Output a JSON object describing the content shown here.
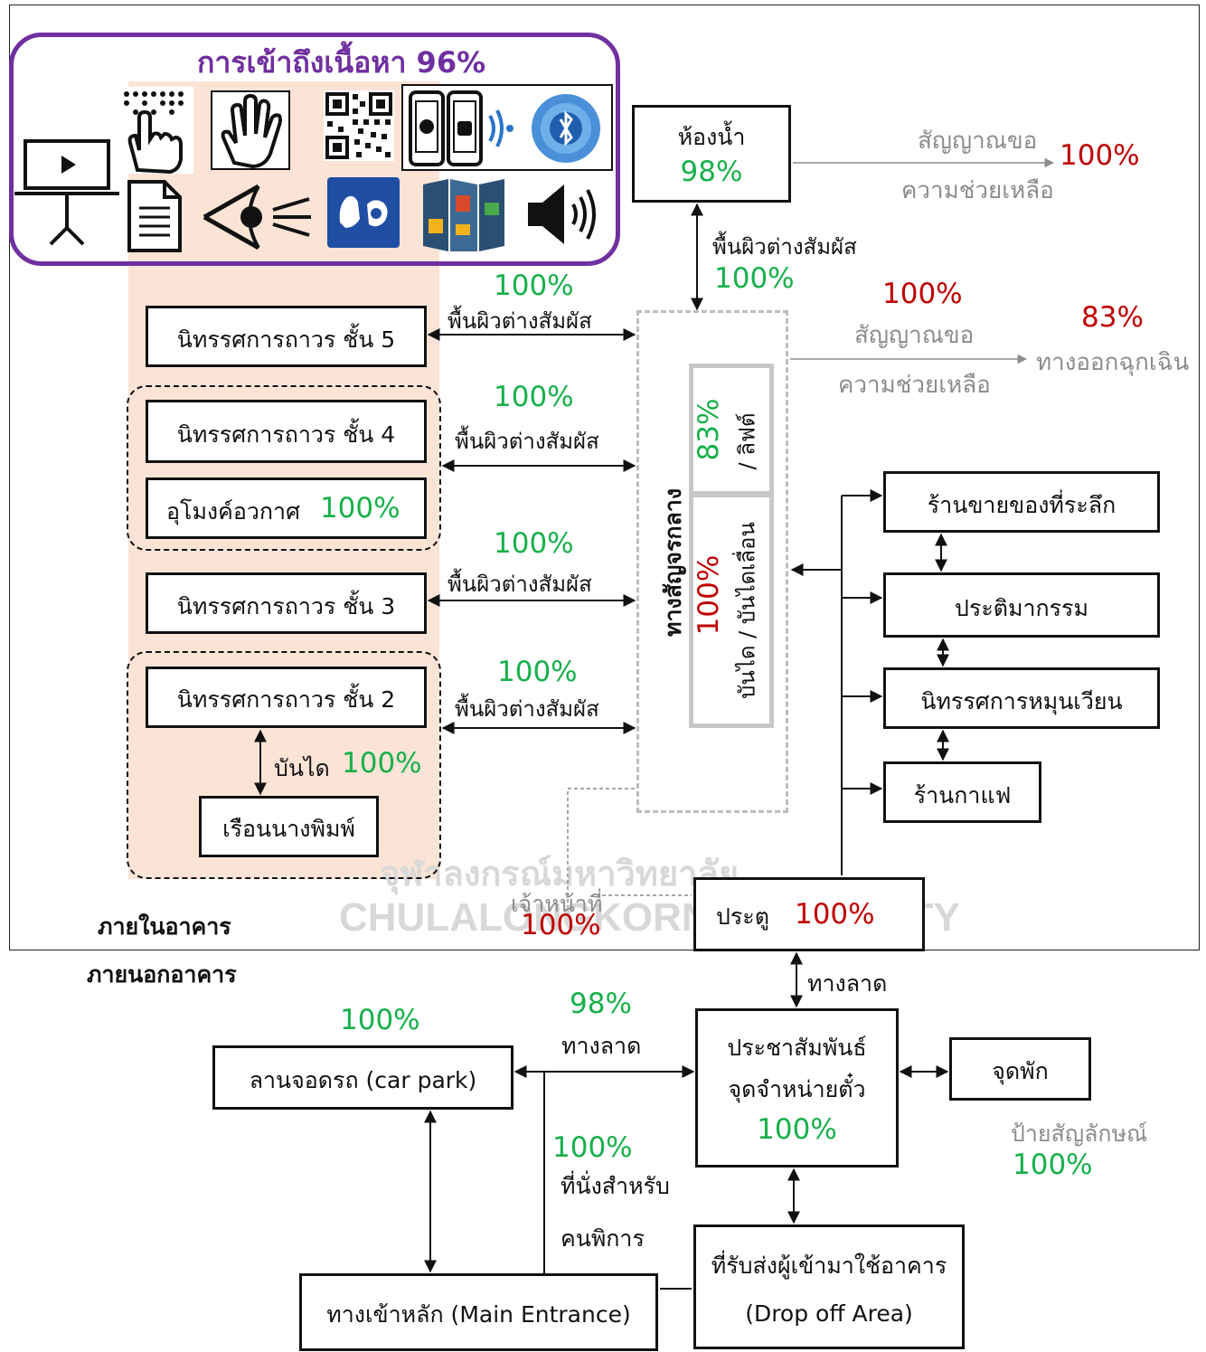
{
  "accessibility": {
    "title": "การเข้าถึงเนื้อหา 96%",
    "icons": [
      "presentation-screen-icon",
      "braille-touch-icon",
      "hand-icon",
      "qr-code-icon",
      "smartphone-app-icon",
      "bluetooth-icon",
      "document-icon",
      "eye-view-icon",
      "sign-language-icon",
      "brochure-icon",
      "speaker-icon"
    ]
  },
  "inside_label": "ภายในอาคาร",
  "outside_label": "ภายนอกอาคาร",
  "watermark": {
    "thai": "จุฬาลงกรณ์มหาวิทยาลัย",
    "english": "CHULALONGKORN UNIVERSITY"
  },
  "restroom": {
    "label": "ห้องน้ำ",
    "pct": "98%"
  },
  "help_signal_top": {
    "line1": "สัญญาณขอ",
    "line2": "ความช่วยเหลือ",
    "pct": "100%"
  },
  "tactile_top": {
    "label": "พื้นผิวต่างสัมผัส",
    "pct": "100%"
  },
  "help_signal_mid": {
    "pct": "100%",
    "line1": "สัญญาณขอ",
    "line2": "ความช่วยเหลือ"
  },
  "emergency_exit": {
    "pct": "83%",
    "label": "ทางออกฉุกเฉิน"
  },
  "floors": {
    "f5": "นิทรรศการถาวร ชั้น 5",
    "f4": "นิทรรศการถาวร ชั้น 4",
    "tunnel": "อุโมงค์อวกาศ",
    "tunnel_pct": "100%",
    "f3": "นิทรรศการถาวร ชั้น 3",
    "f2": "นิทรรศการถาวร ชั้น 2",
    "stairs": "บันได",
    "stairs_pct": "100%",
    "boat": "เรือนนางพิมพ์"
  },
  "tactile_links": [
    {
      "pct": "100%",
      "label": "พื้นผิวต่างสัมผัส"
    },
    {
      "pct": "100%",
      "label": "พื้นผิวต่างสัมผัส"
    },
    {
      "pct": "100%",
      "label": "พื้นผิวต่างสัมผัส"
    },
    {
      "pct": "100%",
      "label": "พื้นผิวต่างสัมผัส"
    }
  ],
  "circulation": {
    "title": "ทางสัญจรกลาง",
    "lift_pct": "83%",
    "lift_label": "/ ลิฟต์",
    "stairs_pct": "100%",
    "stairs_label": "บันได / บันไดเลื่อน"
  },
  "right_rooms": {
    "souvenir": "ร้านขายของที่ระลึก",
    "sculpture": "ประติมากรรม",
    "rotating": "นิทรรศการหมุนเวียน",
    "cafe": "ร้านกาแฟ"
  },
  "staff": {
    "label": "เจ้าหน้าที่",
    "pct": "100%"
  },
  "door": {
    "label": "ประตู",
    "pct": "100%"
  },
  "door_ramp": "ทางลาด",
  "parking": {
    "label": "ลานจอดรถ (car park)",
    "pct": "100%"
  },
  "ramp_mid": {
    "pct": "98%",
    "label": "ทางลาด"
  },
  "ticket": {
    "line1": "ประชาสัมพันธ์",
    "line2": "จุดจำหน่ายตั๋ว",
    "pct": "100%"
  },
  "rest": {
    "label": "จุดพัก"
  },
  "signage": {
    "label": "ป้ายสัญลักษณ์",
    "pct": "100%"
  },
  "disabled_seat": {
    "pct": "100%",
    "line1": "ที่นั่งสำหรับ",
    "line2": "คนพิการ"
  },
  "main_entrance": {
    "label": "ทางเข้าหลัก (Main Entrance)"
  },
  "drop_off": {
    "line1": "ที่รับส่งผู้เข้ามาใช้อาคาร",
    "line2": "(Drop off Area)"
  }
}
